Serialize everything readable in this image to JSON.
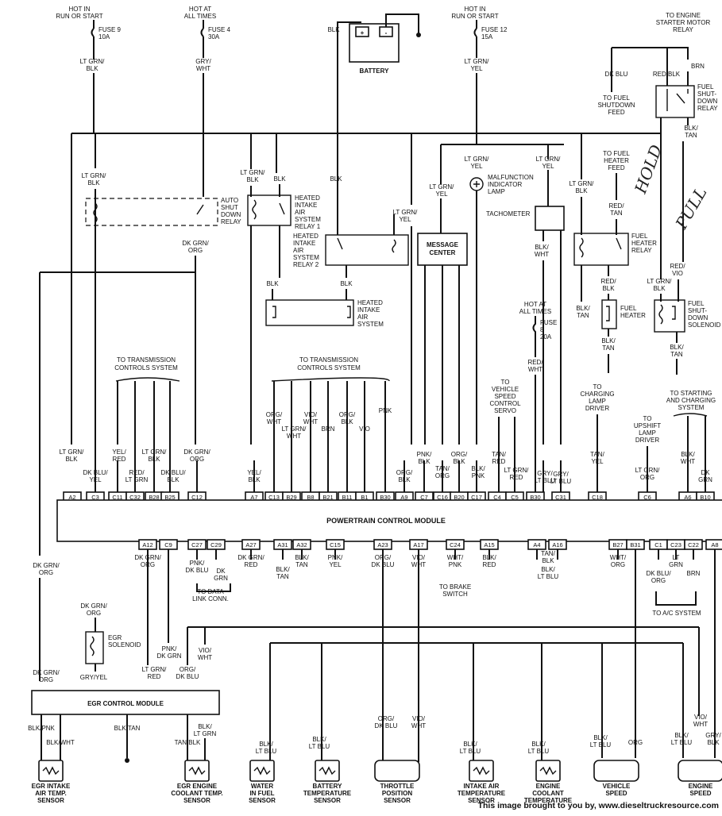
{
  "top": {
    "fuse9_hot": [
      "HOT IN",
      "RUN OR START"
    ],
    "fuse9": [
      "FUSE 9",
      "10A"
    ],
    "fuse4_hot": [
      "HOT AT",
      "ALL TIMES"
    ],
    "fuse4": [
      "FUSE 4",
      "30A"
    ],
    "fuse12_hot": [
      "HOT IN",
      "RUN OR START"
    ],
    "fuse12": [
      "FUSE 12",
      "15A"
    ],
    "battery": "BATTERY",
    "battery_wire": "BLK",
    "battery_plus": "+",
    "battery_minus": "-",
    "starter": [
      "TO ENGINE",
      "STARTER MOTOR",
      "RELAY"
    ],
    "w_ltgrnblk": [
      "LT GRN/",
      "BLK"
    ],
    "w_grywht": [
      "GRY/",
      "WHT"
    ],
    "w_ltgrnyel": [
      "LT GRN/",
      "YEL"
    ]
  },
  "relays": {
    "asd": [
      "AUTO",
      "SHUT",
      "DOWN",
      "RELAY"
    ],
    "asd_wire": [
      "LT GRN/",
      "BLK"
    ],
    "asd_out": [
      "DK GRN/",
      "ORG"
    ],
    "hia1": [
      "HEATED",
      "INTAKE",
      "AIR",
      "SYSTEM",
      "RELAY 1"
    ],
    "hia1_w1": [
      "LT GRN/",
      "BLK"
    ],
    "hia1_w2": "BLK",
    "hia2": [
      "HEATED",
      "INTAKE",
      "AIR",
      "SYSTEM",
      "RELAY 2"
    ],
    "hia2_w": "BLK",
    "heated_air": [
      "HEATED",
      "INTAKE",
      "AIR",
      "SYSTEM"
    ],
    "ha_w1": "BLK",
    "ha_w2": "BLK",
    "msg_center": [
      "MESSAGE",
      "CENTER"
    ],
    "msg_w": [
      "LT GRN/",
      "YEL"
    ],
    "mil_w": [
      "LT GRN/",
      "YEL"
    ],
    "mil": [
      "MALFUNCTION",
      "INDICATOR",
      "LAMP"
    ],
    "tach": "TACHOMETER",
    "tach_w": [
      "BLK/",
      "WHT"
    ],
    "tach_in": [
      "LT GRN/",
      "YEL"
    ],
    "fuel_heater_feed": [
      "TO FUEL",
      "HEATER",
      "FEED"
    ],
    "fhr_w1": [
      "LT GRN/",
      "BLK"
    ],
    "fhr_w2": [
      "RED/",
      "TAN"
    ],
    "fuel_heater_relay": [
      "FUEL",
      "HEATER",
      "RELAY"
    ],
    "fhr_out": [
      "RED/",
      "BLK"
    ],
    "fhr_gnd": [
      "BLK/",
      "TAN"
    ],
    "fuel_heater": [
      "FUEL",
      "HEATER"
    ],
    "fh_gnd": [
      "BLK/",
      "TAN"
    ],
    "fuel_shutdown_feed": [
      "TO FUEL",
      "SHUTDOWN",
      "FEED"
    ],
    "fs_w_dkblu": "DK BLU",
    "fs_w_redblk": "RED/BLK",
    "fs_w_brn": "BRN",
    "fuel_shutdown_relay": [
      "FUEL",
      "SHUT-",
      "DOWN",
      "RELAY"
    ],
    "fsr_gnd": [
      "BLK/",
      "TAN"
    ],
    "fs_sol_w1": [
      "RED/",
      "VIO"
    ],
    "fs_sol_w2": [
      "LT GRN/",
      "BLK"
    ],
    "fuel_shutdown_solenoid": [
      "FUEL",
      "SHUT-",
      "DOWN",
      "SOLENOID"
    ],
    "fss_gnd": [
      "BLK/",
      "TAN"
    ],
    "hot_fuse8": [
      "HOT AT",
      "ALL TIMES"
    ],
    "fuse8": [
      "FUSE",
      "8",
      "20A"
    ],
    "fuse8_w": [
      "RED/",
      "WHT"
    ]
  },
  "mid": {
    "trans_left": [
      "TO TRANSMISSION",
      "CONTROLS SYSTEM"
    ],
    "trans_right": [
      "TO TRANSMISSION",
      "CONTROLS SYSTEM"
    ],
    "vss": [
      "TO",
      "VEHICLE",
      "SPEED",
      "CONTROL",
      "SERVO"
    ],
    "charging": [
      "TO",
      "CHARGING",
      "LAMP",
      "DRIVER"
    ],
    "upshift": [
      "TO",
      "UPSHIFT",
      "LAMP",
      "DRIVER"
    ],
    "starting": [
      "TO STARTING",
      "AND CHARGING",
      "SYSTEM"
    ]
  },
  "pcm": {
    "title": "POWERTRAIN CONTROL MODULE",
    "top_pins": [
      "A2",
      "C3",
      "C11",
      "C32",
      "B28",
      "B25",
      "C12",
      "A7",
      "C13",
      "B29",
      "B8",
      "B21",
      "B11",
      "B1",
      "B30",
      "A9",
      "C7",
      "C16",
      "B20",
      "C17",
      "C4",
      "C5",
      "B30",
      "C31",
      "C18",
      "C6",
      "A6",
      "B10"
    ],
    "top_wires": [
      [
        "LT GRN/",
        "BLK"
      ],
      [
        "DK BLU/",
        "YEL"
      ],
      [
        "YEL/",
        "RED"
      ],
      [
        "RED/",
        "LT GRN"
      ],
      [
        "LT GRN/",
        "BLK"
      ],
      [
        "DK BLU/",
        "BLK"
      ],
      [
        "DK GRN/",
        "ORG"
      ],
      [
        "YEL/",
        "BLK"
      ],
      [
        "ORG/",
        "WHT"
      ],
      [
        "LT GRN/",
        "WHT"
      ],
      [
        "VIO/",
        "WHT"
      ],
      [
        "BRN"
      ],
      [
        "ORG/",
        "BLK"
      ],
      [
        "VIO"
      ],
      [
        "PNK"
      ],
      [
        "ORG/",
        "BLK"
      ],
      [
        "PNK/",
        "BLK"
      ],
      [
        "TAN/",
        "ORG"
      ],
      [
        "ORG/",
        "BLK"
      ],
      [
        "BLK/",
        "PNK"
      ],
      [
        "TAN/",
        "RED"
      ],
      [
        "LT GRN/",
        "RED"
      ],
      [
        "GRY/",
        "LT BLU"
      ],
      [
        "GRY/",
        "LT BLU"
      ],
      [
        "TAN/",
        "YEL"
      ],
      [
        "LT GRN/",
        "ORG"
      ],
      [
        "BLK/",
        "WHT"
      ],
      [
        "DK",
        "GRN"
      ]
    ],
    "bottom_pins": [
      "A12",
      "C9",
      "C27",
      "C29",
      "A27",
      "A31",
      "A32",
      "C15",
      "A23",
      "A17",
      "C24",
      "A15",
      "A4",
      "A16",
      "B27",
      "B31",
      "C1",
      "C23",
      "C22",
      "A8"
    ],
    "bottom_wires": [
      [
        "DK GRN/",
        "ORG"
      ],
      [
        "PNK/",
        "DK BLU"
      ],
      [
        "DK",
        "GRN"
      ],
      [
        "DK GRN/",
        "RED"
      ],
      [
        "BLK/",
        "TAN"
      ],
      [
        "BLK/",
        "TAN"
      ],
      [
        "PNK/",
        "YEL"
      ],
      [
        "ORG/",
        "DK BLU"
      ],
      [
        "VIO/",
        "WHT"
      ],
      [
        "WHT/",
        "PNK"
      ],
      [
        "BLK/",
        "RED"
      ],
      [
        "BLK/",
        "LT BLU"
      ],
      [
        "TAN/",
        "BLK"
      ],
      [
        "WHT/",
        "ORG"
      ],
      [
        "DK BLU/",
        "ORG"
      ],
      [
        "LT",
        "GRN"
      ],
      [
        "BRN"
      ]
    ],
    "data_link": [
      "TO DATA",
      "LINK CONN."
    ],
    "brake": [
      "TO BRAKE",
      "SWITCH"
    ],
    "ac": "TO A/C SYSTEM"
  },
  "bottom": {
    "left_wire": [
      "DK GRN/",
      "ORG"
    ],
    "egr_sol_wire": [
      "DK GRN/",
      "ORG"
    ],
    "egr_solenoid": [
      "EGR",
      "SOLENOID"
    ],
    "egr_module": "EGR CONTROL MODULE",
    "egr_in1": [
      "DK GRN/",
      "ORG"
    ],
    "egr_in2": "GRY/YEL",
    "egr_in3": [
      "LT GRN/",
      "RED"
    ],
    "egr_in4": [
      "ORG/",
      "DK BLU"
    ],
    "egr_in5": [
      "PNK/",
      "DK GRN"
    ],
    "egr_in6": [
      "VIO/",
      "WHT"
    ],
    "egr_out1": "BLK/PNK",
    "egr_out2": "BLK/WHT",
    "egr_out3": "BLK/TAN",
    "egr_out4": "TAN/BLK",
    "egr_out5": [
      "BLK/",
      "LT GRN"
    ],
    "s_wire_wif": [
      "BLK/",
      "LT BLU"
    ],
    "s_wire_bat": [
      "BLK/",
      "LT BLU"
    ],
    "s_wire_tps1": [
      "ORG/",
      "DK BLU"
    ],
    "s_wire_tps2": [
      "VIO/",
      "WHT"
    ],
    "s_wire_iat": [
      "BLK/",
      "LT BLU"
    ],
    "s_wire_ect": [
      "BLK/",
      "LT BLU"
    ],
    "s_wire_vss1": [
      "BLK/",
      "LT BLU"
    ],
    "s_wire_vss2": "ORG",
    "s_wire_es1": [
      "BLK/",
      "LT BLU"
    ],
    "s_wire_es2": [
      "GRY/",
      "BLK"
    ],
    "s_wire_es3": [
      "VIO/",
      "WHT"
    ],
    "sensors": [
      [
        "EGR INTAKE",
        "AIR TEMP.",
        "SENSOR"
      ],
      [
        "EGR ENGINE",
        "COOLANT TEMP.",
        "SENSOR"
      ],
      [
        "WATER",
        "IN FUEL",
        "SENSOR"
      ],
      [
        "BATTERY",
        "TEMPERATURE",
        "SENSOR"
      ],
      [
        "THROTTLE",
        "POSITION",
        "SENSOR"
      ],
      [
        "INTAKE AIR",
        "TEMPERATURE",
        "SENSOR"
      ],
      [
        "ENGINE",
        "COOLANT",
        "TEMPERATURE"
      ],
      [
        "VEHICLE",
        "SPEED"
      ],
      [
        "ENGINE",
        "SPEED"
      ]
    ]
  },
  "handwritten": [
    "HOLD",
    "PULL"
  ],
  "credit": "This image brought to you by, www.dieseltruckresource.com"
}
